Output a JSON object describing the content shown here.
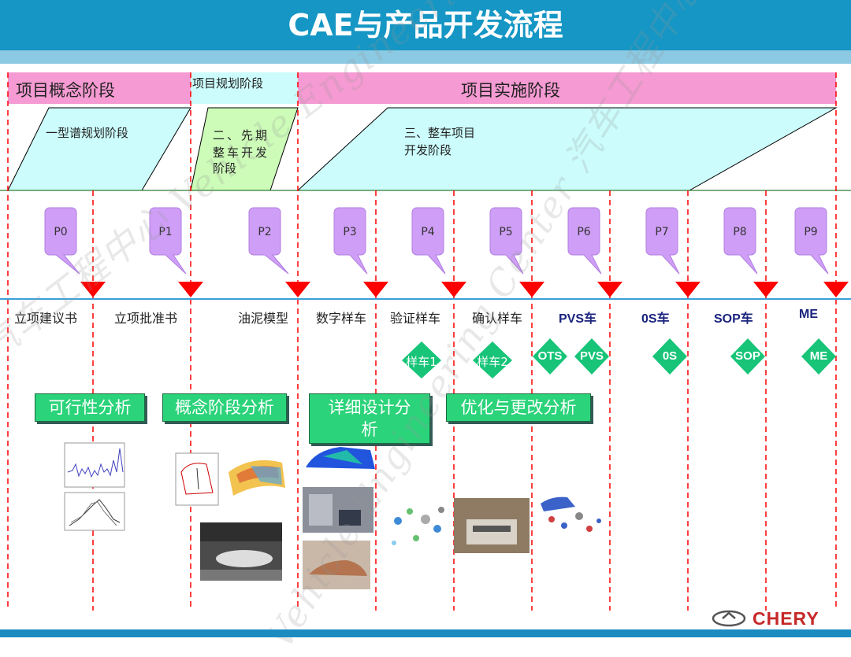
{
  "title": "CAE与产品开发流程",
  "phases": {
    "concept": "项目概念阶段",
    "planning": "项目规划阶段",
    "implementation": "项目实施阶段"
  },
  "sub_phases": {
    "spectrum": "一型谱规划阶段",
    "pre_vehicle": [
      "二、先期",
      "整车开发",
      "阶段"
    ],
    "vehicle_project": [
      "三、整车项目",
      "开发阶段"
    ]
  },
  "gates": [
    "P0",
    "P1",
    "P2",
    "P3",
    "P4",
    "P5",
    "P6",
    "P7",
    "P8",
    "P9"
  ],
  "milestones": [
    "立项建议书",
    "立项批准书",
    "油泥模型",
    "数字样车",
    "验证样车",
    "确认样车",
    "PVS车",
    "0S车",
    "SOP车",
    "ME"
  ],
  "diamonds": [
    "样车1",
    "样车2",
    "OTS",
    "PVS",
    "0S",
    "SOP",
    "ME"
  ],
  "analyses": [
    "可行性分析",
    "概念阶段分析",
    "详细设计分析",
    "优化与更改分析"
  ],
  "brand": "CHERY",
  "watermark": [
    "汽车工程中心 Vehicle Engineering Center",
    "Vehicle Engineering Center 汽车工程中心"
  ],
  "colors": {
    "header": "#1596c4",
    "phase_bar": "#f59ad2",
    "light_cyan": "#ccfcfc",
    "light_green": "#ccfcb8",
    "bubble": "#cf9ff7",
    "red_marker": "#ff0000",
    "diamond": "#17c478",
    "analysis_box": "#2bd37a",
    "timeline": "#3aa0d8"
  }
}
